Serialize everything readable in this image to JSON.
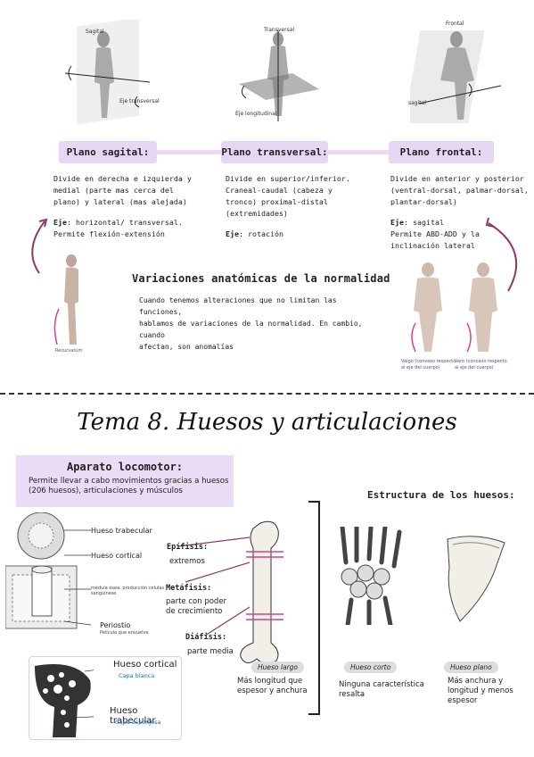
{
  "top_figures": {
    "sagital": {
      "plane": "Sagital",
      "axis": "Eje transversal"
    },
    "transversal": {
      "plane": "Transversal",
      "axis": "Eje longitudinal"
    },
    "frontal": {
      "plane": "Frontal",
      "axis": "sagital"
    }
  },
  "planes": [
    {
      "title": "Plano sagital:",
      "desc": [
        "Divide en derecha e izquierda y",
        "medial (parte mas cerca del",
        "plano) y lateral (mas alejada)"
      ],
      "eje_label": "Eje",
      "eje_value": ": horizontal/ transversal.",
      "extra": [
        "Permite flexión-extensión"
      ]
    },
    {
      "title": "Plano transversal:",
      "desc": [
        "Divide en superior/inferior.",
        "Craneal-caudal (cabeza y",
        "tronco) proximal-distal",
        "(extremidades)"
      ],
      "eje_label": "Eje",
      "eje_value": ": rotación",
      "extra": []
    },
    {
      "title": "Plano frontal:",
      "desc": [
        "Divide en anterior y posterior",
        "(ventral-dorsal, palmar-dorsal,",
        "plantar-dorsal)"
      ],
      "eje_label": "Eje",
      "eje_value": ": sagital",
      "extra": [
        "Permite ABD-ADD y la",
        "inclinación lateral"
      ]
    }
  ],
  "variaciones": {
    "title": "Variaciones anatómicas de la normalidad",
    "text": [
      "Cuando tenemos alteraciones que no limitan las funciones,",
      "hablamos de variaciones de la normalidad. En cambio, cuando",
      "afectan, son anomalías"
    ]
  },
  "side_figs": {
    "left_caption": "Recurvatum",
    "valgo": [
      "Valgo (convexo respecto",
      "al eje del cuerpo)"
    ],
    "varo": [
      "Varo (cóncavo respecto",
      "al eje del cuerpo)"
    ]
  },
  "tema_title": "Tema 8. Huesos y articulaciones",
  "aparato": {
    "title": "Aparato locomotor:",
    "text": [
      "Permite llevar a cabo movimientos gracias a huesos",
      "(206 huesos), articulaciones y músculos"
    ]
  },
  "bone_diagram": {
    "trabecular": "Hueso trabecular",
    "cortical": "Hueso cortical",
    "medula": [
      "médula ósea: producción células",
      "sanguíneas"
    ],
    "periostio": "Periostio",
    "periostio_sub": "Película que envuelve"
  },
  "bone_parts": [
    {
      "name": "Epífisis:",
      "desc": [
        "extremos"
      ]
    },
    {
      "name": "Metáfisis:",
      "desc": [
        "parte con poder",
        "de crecimiento"
      ]
    },
    {
      "name": "Diáfisis:",
      "desc": [
        "parte media"
      ]
    }
  ],
  "estructura_title": "Estructura de los huesos:",
  "bone_types": [
    {
      "pill": "Hueso largo",
      "desc": [
        "Más longitud que",
        "espesor y anchura"
      ]
    },
    {
      "pill": "Hueso corto",
      "desc": [
        "Ninguna característica",
        "resalta"
      ]
    },
    {
      "pill": "Hueso plano",
      "desc": [
        "Más anchura y",
        "longitud y menos",
        "espesor"
      ]
    }
  ],
  "femur_head": {
    "cortical": "Hueso cortical",
    "cortical_sub": "Capa blanca",
    "trabecular": "Hueso trabecular",
    "trabecular_sub": "Capa esponjosa"
  },
  "colors": {
    "lilac": "#e6d7f3",
    "purple_arrow": "#8a3d6b",
    "pink_mark": "#d8418a"
  }
}
